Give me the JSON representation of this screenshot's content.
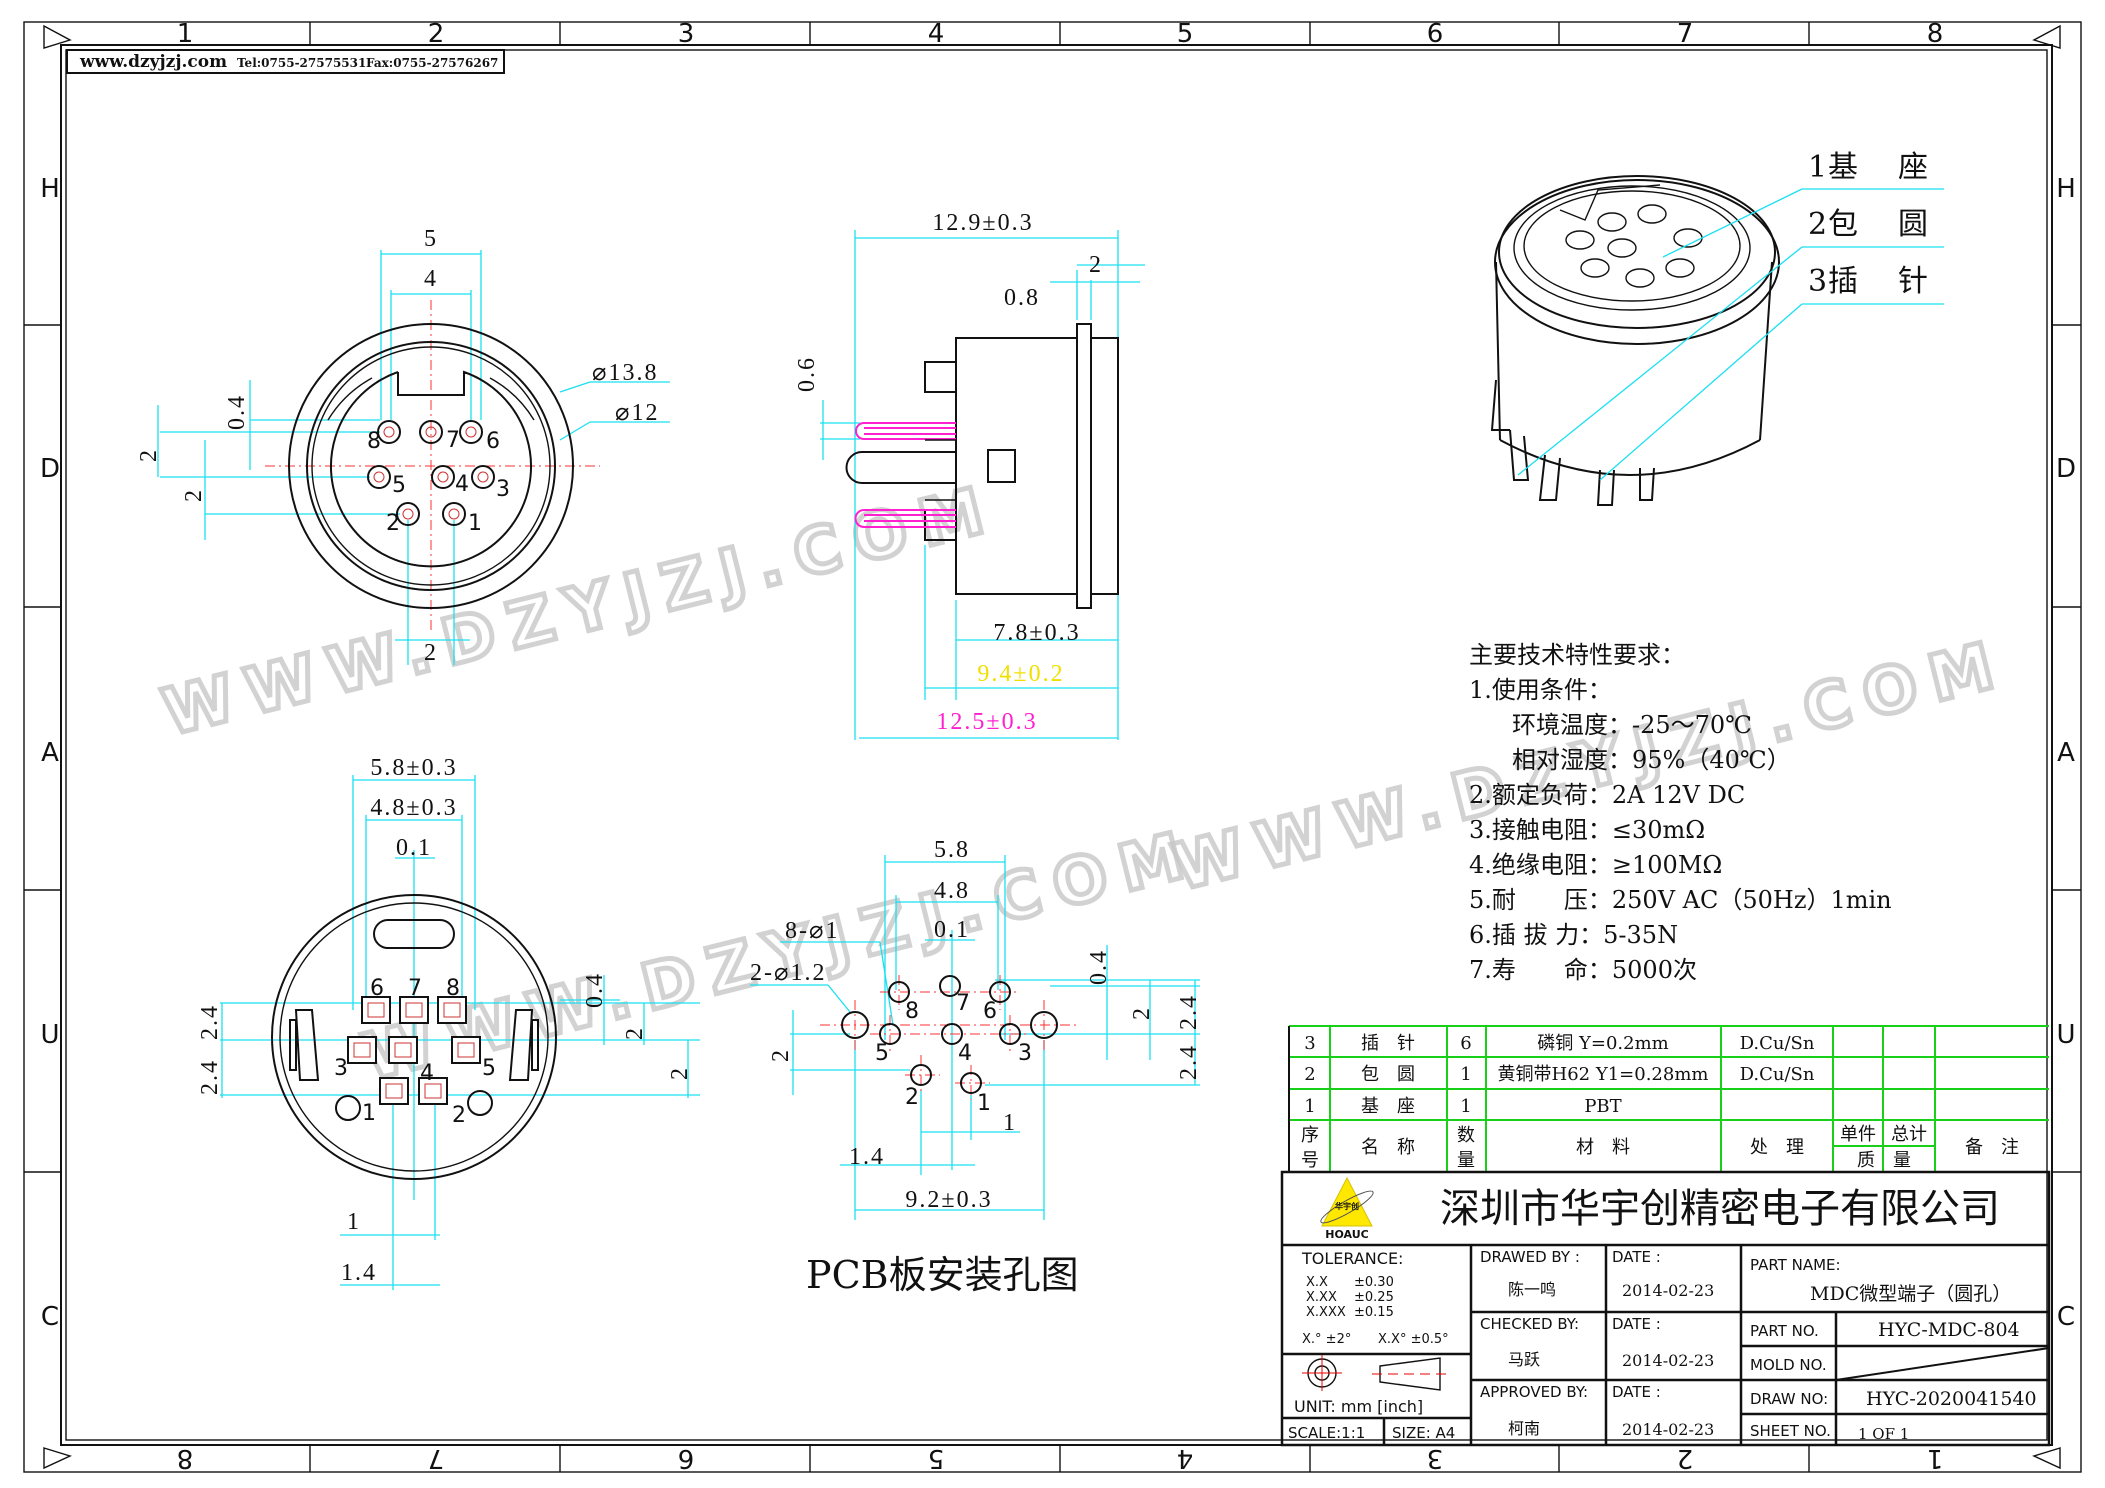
{
  "frame": {
    "top_columns": [
      "1",
      "2",
      "3",
      "4",
      "5",
      "6",
      "7",
      "8"
    ],
    "bottom_columns": [
      "8",
      "7",
      "6",
      "5",
      "4",
      "3",
      "2",
      "1"
    ],
    "rows": [
      "H",
      "D",
      "A",
      "U",
      "C"
    ]
  },
  "header": {
    "website": "www.dzyjzj.com",
    "tel": "Tel:0755-27575531",
    "fax": "Fax:0755-27576267"
  },
  "watermark": "WWW.DZYJZJ.COM",
  "front_view": {
    "dims": {
      "d5": "5",
      "d4": "4",
      "dia_outer": "⌀13.8",
      "dia_inner": "⌀12",
      "d04": "0.4",
      "d2a": "2",
      "d2b": "2",
      "d2c": "2"
    },
    "pins": [
      "1",
      "2",
      "3",
      "4",
      "5",
      "6",
      "7",
      "8"
    ]
  },
  "side_view": {
    "dims": {
      "width": "12.9±0.3",
      "flange": "2",
      "shell": "0.8",
      "pin_w": "0.6",
      "body": "7.8±0.3",
      "body2": "9.4±0.2",
      "total": "12.5±0.3"
    },
    "colors": {
      "body2": "#f0e000",
      "total": "#ff20d0"
    }
  },
  "bottom_view": {
    "dims": {
      "w58": "5.8±0.3",
      "w48": "4.8±0.3",
      "w01": "0.1",
      "h04": "0.4",
      "h2a": "2",
      "h2b": "2",
      "h24a": "2.4",
      "h24b": "2.4",
      "x1": "1",
      "x14": "1.4"
    },
    "pins": [
      "1",
      "2",
      "3",
      "4",
      "5",
      "6",
      "7",
      "8"
    ]
  },
  "pcb_view": {
    "title": "PCB板安装孔图",
    "dims": {
      "w58": "5.8",
      "w48": "4.8",
      "w01": "0.1",
      "holes_small": "8-⌀1",
      "holes_large": "2-⌀1.2",
      "h04": "0.4",
      "h2": "2",
      "h24a": "2.4",
      "h24b": "2.4",
      "h2left": "2",
      "x1": "1",
      "x14": "1.4",
      "total": "9.2±0.3"
    },
    "pins": [
      "1",
      "2",
      "3",
      "4",
      "5",
      "6",
      "7",
      "8"
    ]
  },
  "iso_view": {
    "callouts": [
      {
        "num": "1",
        "name": "基　座"
      },
      {
        "num": "2",
        "name": "包　圆"
      },
      {
        "num": "3",
        "name": "插　针"
      }
    ]
  },
  "notes": {
    "title": "主要技术特性要求：",
    "lines": [
      "1.使用条件：",
      "　环境温度：-25～70℃",
      "　相对湿度：95%（40℃）",
      "2.额定负荷：2A  12V  DC",
      "3.接触电阻：≤30mΩ",
      "4.绝缘电阻：≥100MΩ",
      "5.耐　　压：250V AC（50Hz）1min",
      "6.插 拔 力：5-35N",
      "7.寿　　命：5000次"
    ]
  },
  "bom": {
    "rows": [
      {
        "no": "3",
        "name": "插　针",
        "qty": "6",
        "material": "磷铜 Y=0.2mm",
        "finish": "D.Cu/Sn"
      },
      {
        "no": "2",
        "name": "包　圆",
        "qty": "1",
        "material": "黄铜带H62 Y1=0.28mm",
        "finish": "D.Cu/Sn"
      },
      {
        "no": "1",
        "name": "基　座",
        "qty": "1",
        "material": "PBT",
        "finish": ""
      }
    ],
    "header": {
      "no_1": "序",
      "no_2": "号",
      "name": "名　称",
      "qty_1": "数",
      "qty_2": "量",
      "material": "材　料",
      "finish": "处　理",
      "unit": "单件",
      "total": "总计",
      "mass": "质　量",
      "remark": "备　注"
    }
  },
  "title_block": {
    "company": "深圳市华宇创精密电子有限公司",
    "logo_cn": "华宇创",
    "logo_en": "HOAUC",
    "tolerance_label": "TOLERANCE:",
    "tolerances": [
      {
        "k": "X.X",
        "v": "±0.30"
      },
      {
        "k": "X.XX",
        "v": "±0.25"
      },
      {
        "k": "X.XXX",
        "v": "±0.15"
      }
    ],
    "angle_tol_1": "X.° ±2°",
    "angle_tol_2": "X.X° ±0.5°",
    "unit": "UNIT:  mm  [inch]",
    "scale": "SCALE:1:1",
    "size": "SIZE:  A4",
    "drawed_by_label": "DRAWED BY :",
    "drawed_by": "陈一鸣",
    "checked_by_label": "CHECKED BY:",
    "checked_by": "马跃",
    "approved_by_label": "APPROVED BY:",
    "approved_by": "柯南",
    "date_label": "DATE :",
    "date_1": "2014-02-23",
    "date_2": "2014-02-23",
    "date_3": "2014-02-23",
    "part_name_label": "PART NAME:",
    "part_name": "MDC微型端子（圆孔）",
    "part_no_label": "PART NO.",
    "part_no": "HYC-MDC-804",
    "mold_no_label": "MOLD NO.",
    "draw_no_label": "DRAW NO:",
    "draw_no": "HYC-2020041540",
    "sheet_no_label": "SHEET NO.",
    "sheet_no": "1 OF 1"
  }
}
